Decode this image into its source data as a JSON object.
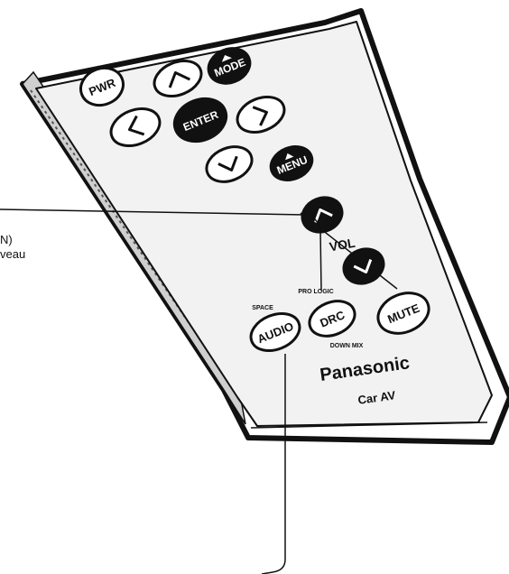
{
  "side_labels": {
    "line1": "N)",
    "line2": "veau"
  },
  "remote": {
    "brand": "Panasonic",
    "model": "Car AV",
    "buttons": {
      "pwr": "PWR",
      "mode": "MODE",
      "enter": "ENTER",
      "menu": "MENU",
      "vol": "VOL",
      "mute": "MUTE",
      "drc": "DRC",
      "audio": "AUDIO"
    },
    "sublabels": {
      "space": "SPACE",
      "pro_logic": "PRO LOGIC",
      "down_mix": "DOWN MIX"
    }
  },
  "colors": {
    "outline": "#111111",
    "dark_button": "#111111",
    "face": "#f2f2f2",
    "body": "#ffffff"
  }
}
